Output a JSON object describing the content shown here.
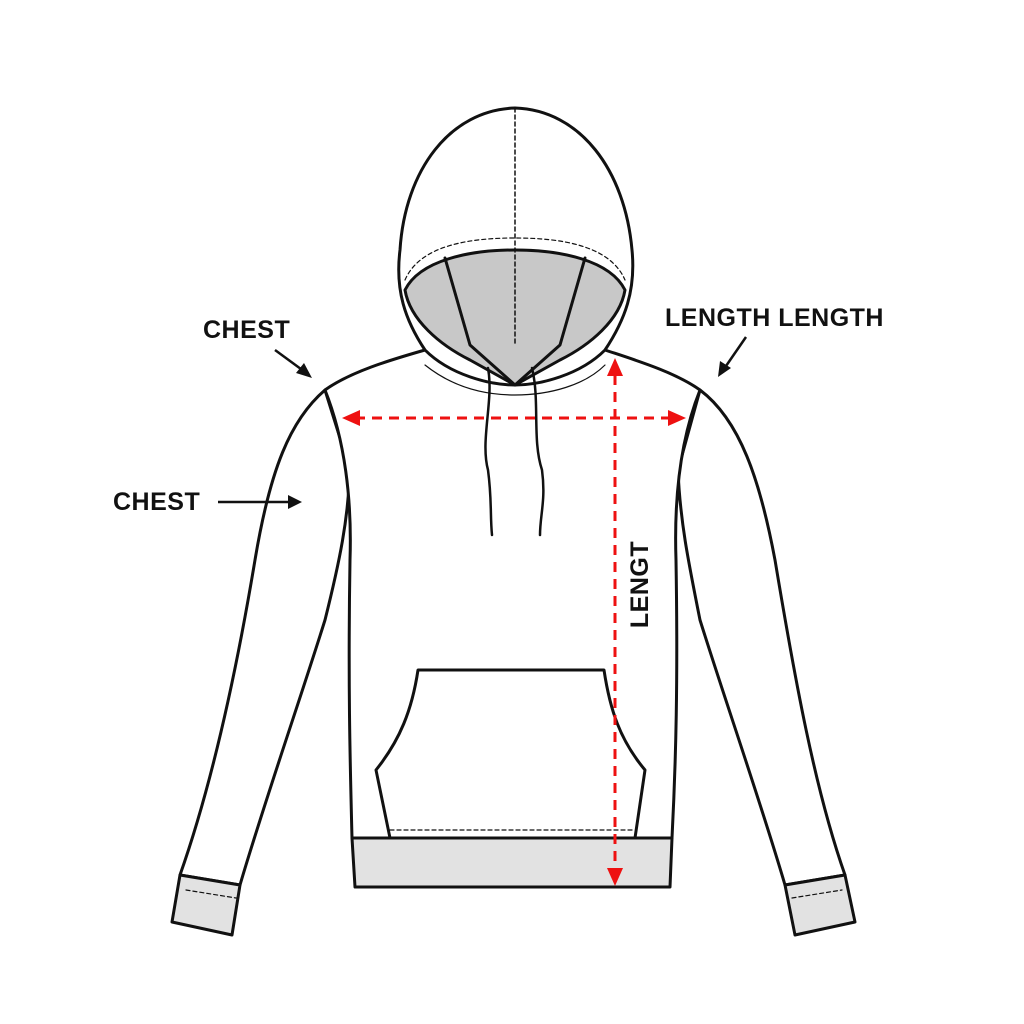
{
  "labels": {
    "chest_top": "CHEST",
    "chest_left": "CHEST",
    "length_top_right": "LENGTH LENGTH",
    "length_vertical": "LENGT"
  },
  "colors": {
    "outline": "#111111",
    "measure": "#ee1111",
    "rib": "#e2e2e2",
    "hood_inner": "#c8c8c8"
  }
}
